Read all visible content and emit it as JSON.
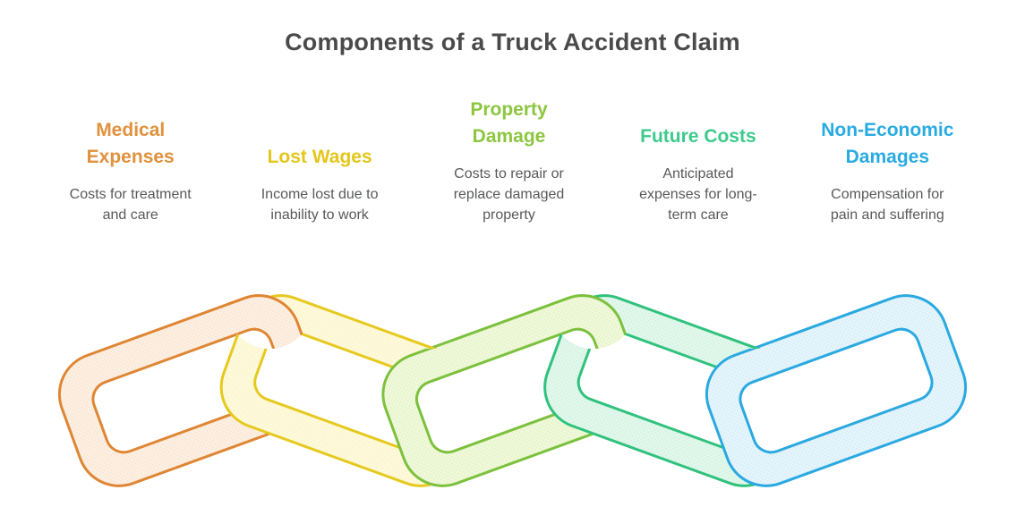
{
  "page": {
    "background": "#ffffff"
  },
  "title": {
    "text": "Components of a Truck Accident Claim",
    "color": "#4a4a4b"
  },
  "description_color": "#58595b",
  "columns": [
    {
      "id": "medical-expenses",
      "title": "Medical\nExpenses",
      "description": "Costs for treatment\nand care",
      "color": "#e0913d"
    },
    {
      "id": "lost-wages",
      "title": "Lost Wages",
      "description": "Income lost due to\ninability to work",
      "color": "#e4c619"
    },
    {
      "id": "property-damage",
      "title": "Property\nDamage",
      "description": "Costs to repair or\nreplace damaged\nproperty",
      "color": "#8cc63f"
    },
    {
      "id": "future-costs",
      "title": "Future Costs",
      "description": "Anticipated\nexpenses for long-\nterm care",
      "color": "#3cca8c"
    },
    {
      "id": "non-economic-damages",
      "title": "Non-Economic\nDamages",
      "description": "Compensation for\npain and suffering",
      "color": "#29abe2"
    }
  ],
  "chain": {
    "links": [
      {
        "name": "medical-expenses",
        "stroke": "#df8634",
        "fill": "#fcefe2"
      },
      {
        "name": "lost-wages",
        "stroke": "#e6c91e",
        "fill": "#fdf9da"
      },
      {
        "name": "property-damage",
        "stroke": "#7cc13d",
        "fill": "#eff8d9"
      },
      {
        "name": "future-costs",
        "stroke": "#30c27d",
        "fill": "#e1f7eb"
      },
      {
        "name": "non-economic-damages",
        "stroke": "#2aa9e0",
        "fill": "#e5f4fb"
      }
    ]
  }
}
